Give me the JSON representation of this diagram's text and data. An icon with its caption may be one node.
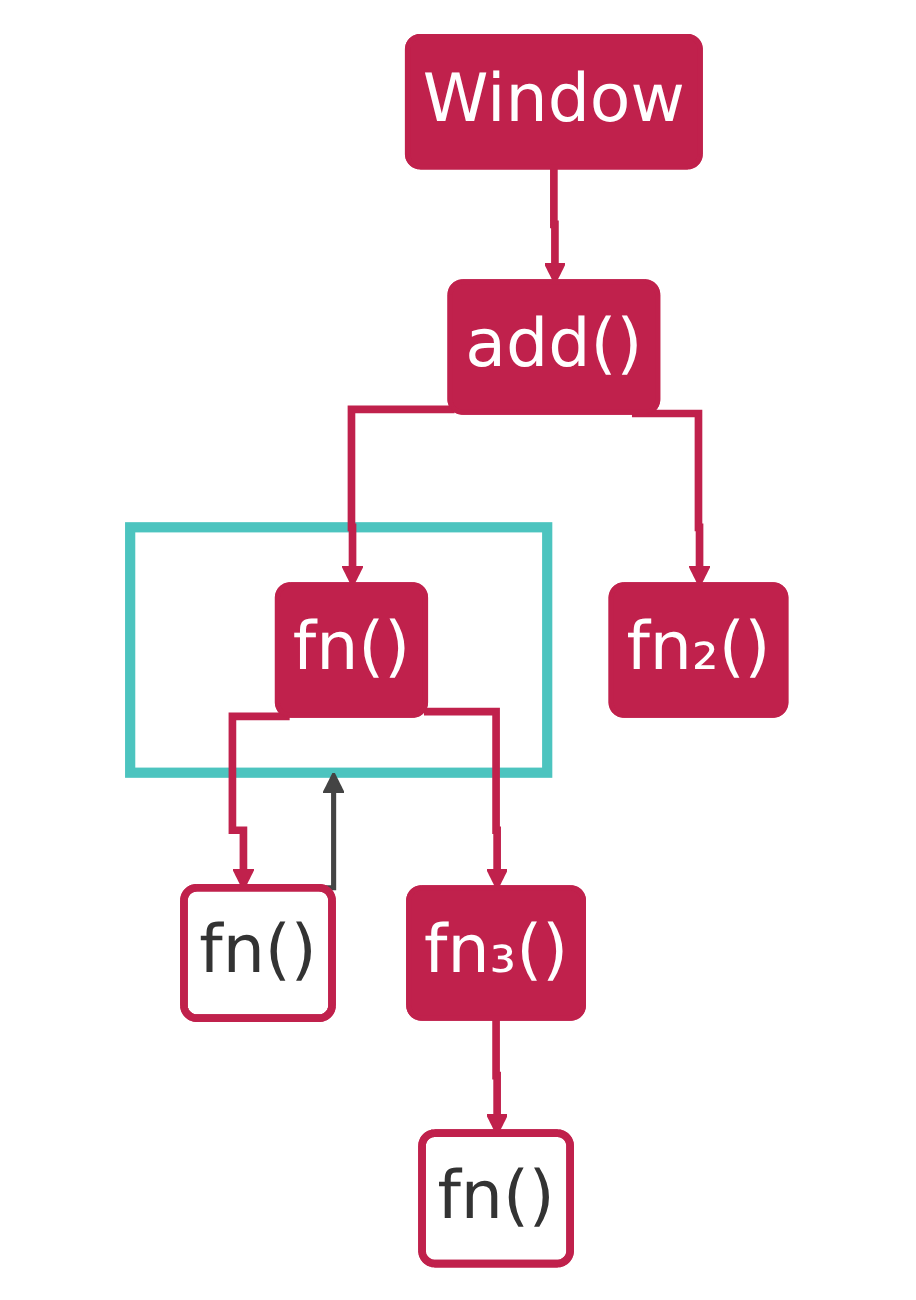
{
  "diagram": {
    "nodes": [
      {
        "text": [
          "Window"
        ]
      },
      {
        "text": [
          "add()"
        ]
      },
      {
        "text": [],
        "shape": "box"
      },
      {
        "text": [
          "fn()"
        ],
        "in": 2
      },
      {
        "text": [
          "fn₂()"
        ]
      },
      {
        "text": [
          "fn()"
        ]
      },
      {
        "text": [
          "fn₃()"
        ]
      },
      {
        "text": [
          "fn()"
        ]
      }
    ],
    "edges": [
      {
        "from": 0,
        "to": 1,
        "arrow": "to"
      },
      {
        "from": 1,
        "to": 3,
        "arrow": "to"
      },
      {
        "from": 1,
        "to": 4,
        "arrow": "to"
      },
      {
        "from": 3,
        "to": 5,
        "arrow": "to"
      },
      {
        "from": 3,
        "to": 6,
        "arrow": "to"
      },
      {
        "from": 6,
        "to": 7,
        "arrow": "to"
      },
      {
        "from": 5,
        "to": 2,
        "arrow": "to",
        "color": "#444444"
      }
    ]
  }
}
